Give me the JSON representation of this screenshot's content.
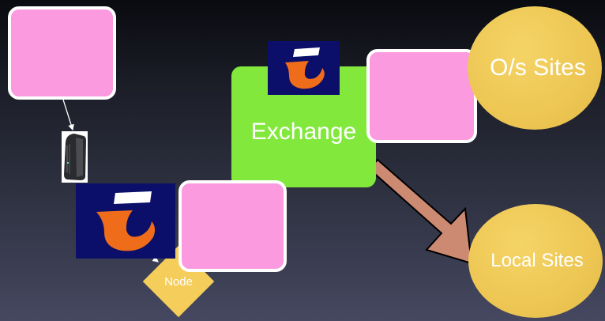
{
  "diagram": {
    "nodes": {
      "exchange": {
        "label": "Exchange"
      },
      "os_sites": {
        "label": "O/s Sites"
      },
      "local_sites": {
        "label": "Local Sites"
      },
      "node": {
        "label": "Node"
      }
    },
    "icons": [
      "telstra-logo-icon",
      "modem-icon",
      "telstra-logo-icon"
    ],
    "colors": {
      "pink_placeholder": "#fb9adf",
      "exchange_green": "#82e83c",
      "site_yellow": "#edc653",
      "arrow_fill": "#cd8a72",
      "telstra_navy": "#0b0f6a",
      "telstra_orange": "#ef6c1a"
    }
  }
}
